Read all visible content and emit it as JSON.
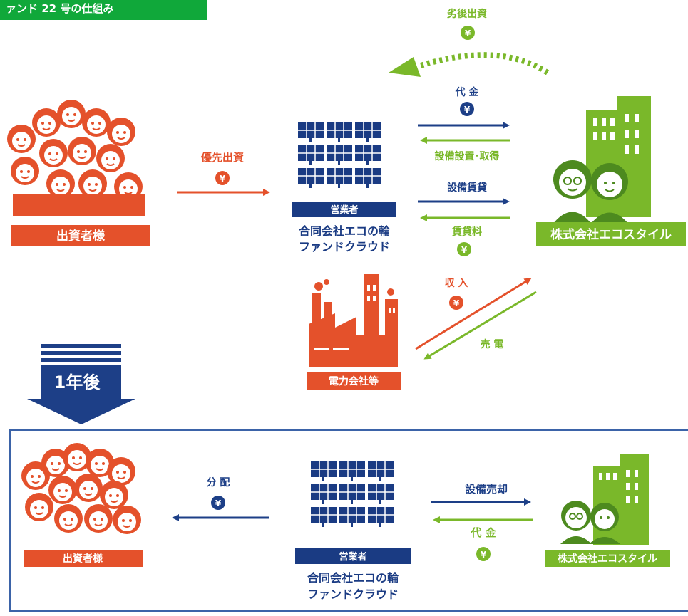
{
  "header_banner": "ァンド 22 号の仕組み",
  "colors": {
    "investor_red": "#e4512b",
    "operator_navy": "#1a3b83",
    "company_green": "#7ab82a",
    "banner_green": "#10a83a",
    "arrow_blue": "#1d3f87",
    "box_border": "#3b63a8"
  },
  "top": {
    "investor_label": "出資者様",
    "preferred_investment": "優先出資",
    "operator_role": "営業者",
    "operator_name_1": "合同会社エコの輪",
    "operator_name_2": "ファンドクラウド",
    "company_label": "株式会社エコスタイル",
    "subordinate_investment": "劣後出資",
    "payment": "代 金",
    "equipment_install": "設備設置･取得",
    "equipment_lease": "設備賃貸",
    "lease_fee": "賃貸料",
    "power_label": "電力会社等",
    "income": "収 入",
    "power_sale": "売 電",
    "yen": "¥"
  },
  "transition": {
    "after_one_year": "1年後"
  },
  "bottom": {
    "investor_label": "出資者様",
    "distribution": "分 配",
    "operator_role": "営業者",
    "operator_name_1": "合同会社エコの輪",
    "operator_name_2": "ファンドクラウド",
    "equipment_sale": "設備売却",
    "payment": "代 金",
    "company_label": "株式会社エコスタイル"
  }
}
